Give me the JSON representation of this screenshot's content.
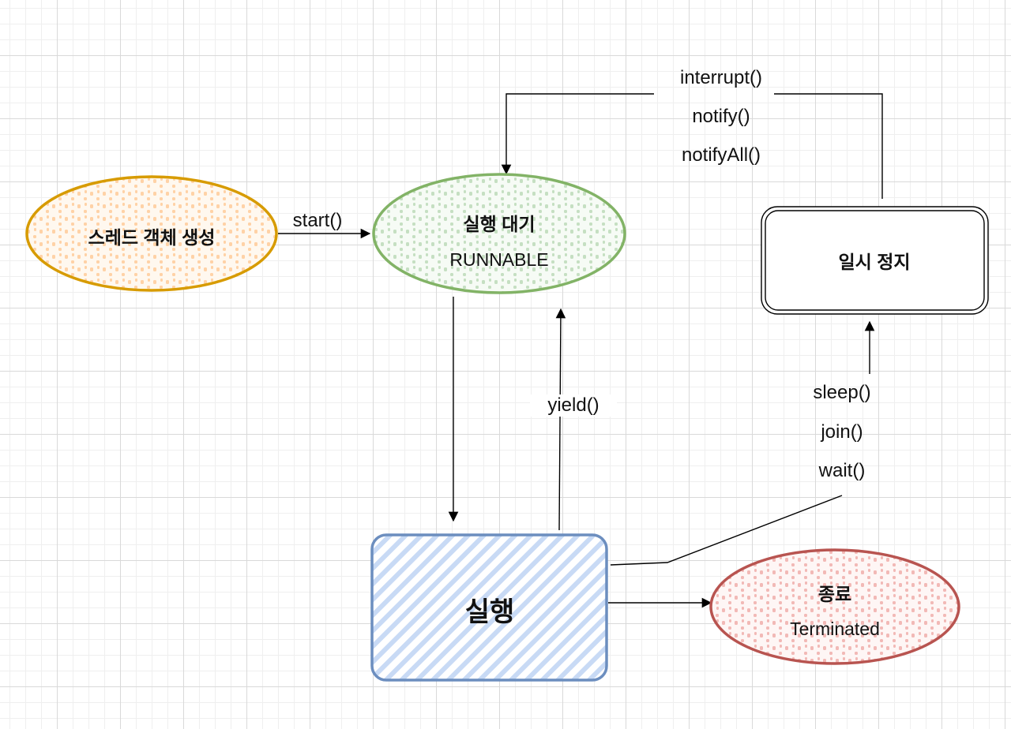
{
  "nodes": {
    "create": {
      "title": "스레드 객체 생성",
      "color": "#d79b00",
      "fill": "#ffe6cc"
    },
    "runnable": {
      "title": "실행 대기",
      "subtitle": "RUNNABLE",
      "color": "#82b366",
      "fill": "#d5e8d4"
    },
    "running": {
      "title": "실행",
      "color": "#6c8ebf",
      "fill": "#dae8fc"
    },
    "paused": {
      "title": "일시 정지",
      "color": "#000000",
      "fill": "#ffffff"
    },
    "terminated": {
      "title": "종료",
      "subtitle": "Terminated",
      "color": "#b85450",
      "fill": "#f8cecc"
    }
  },
  "edges": {
    "start": "start()",
    "yield": "yield()",
    "resume": [
      "interrupt()",
      "notify()",
      "notifyAll()"
    ],
    "pause": [
      "sleep()",
      "join()",
      "wait()"
    ]
  }
}
